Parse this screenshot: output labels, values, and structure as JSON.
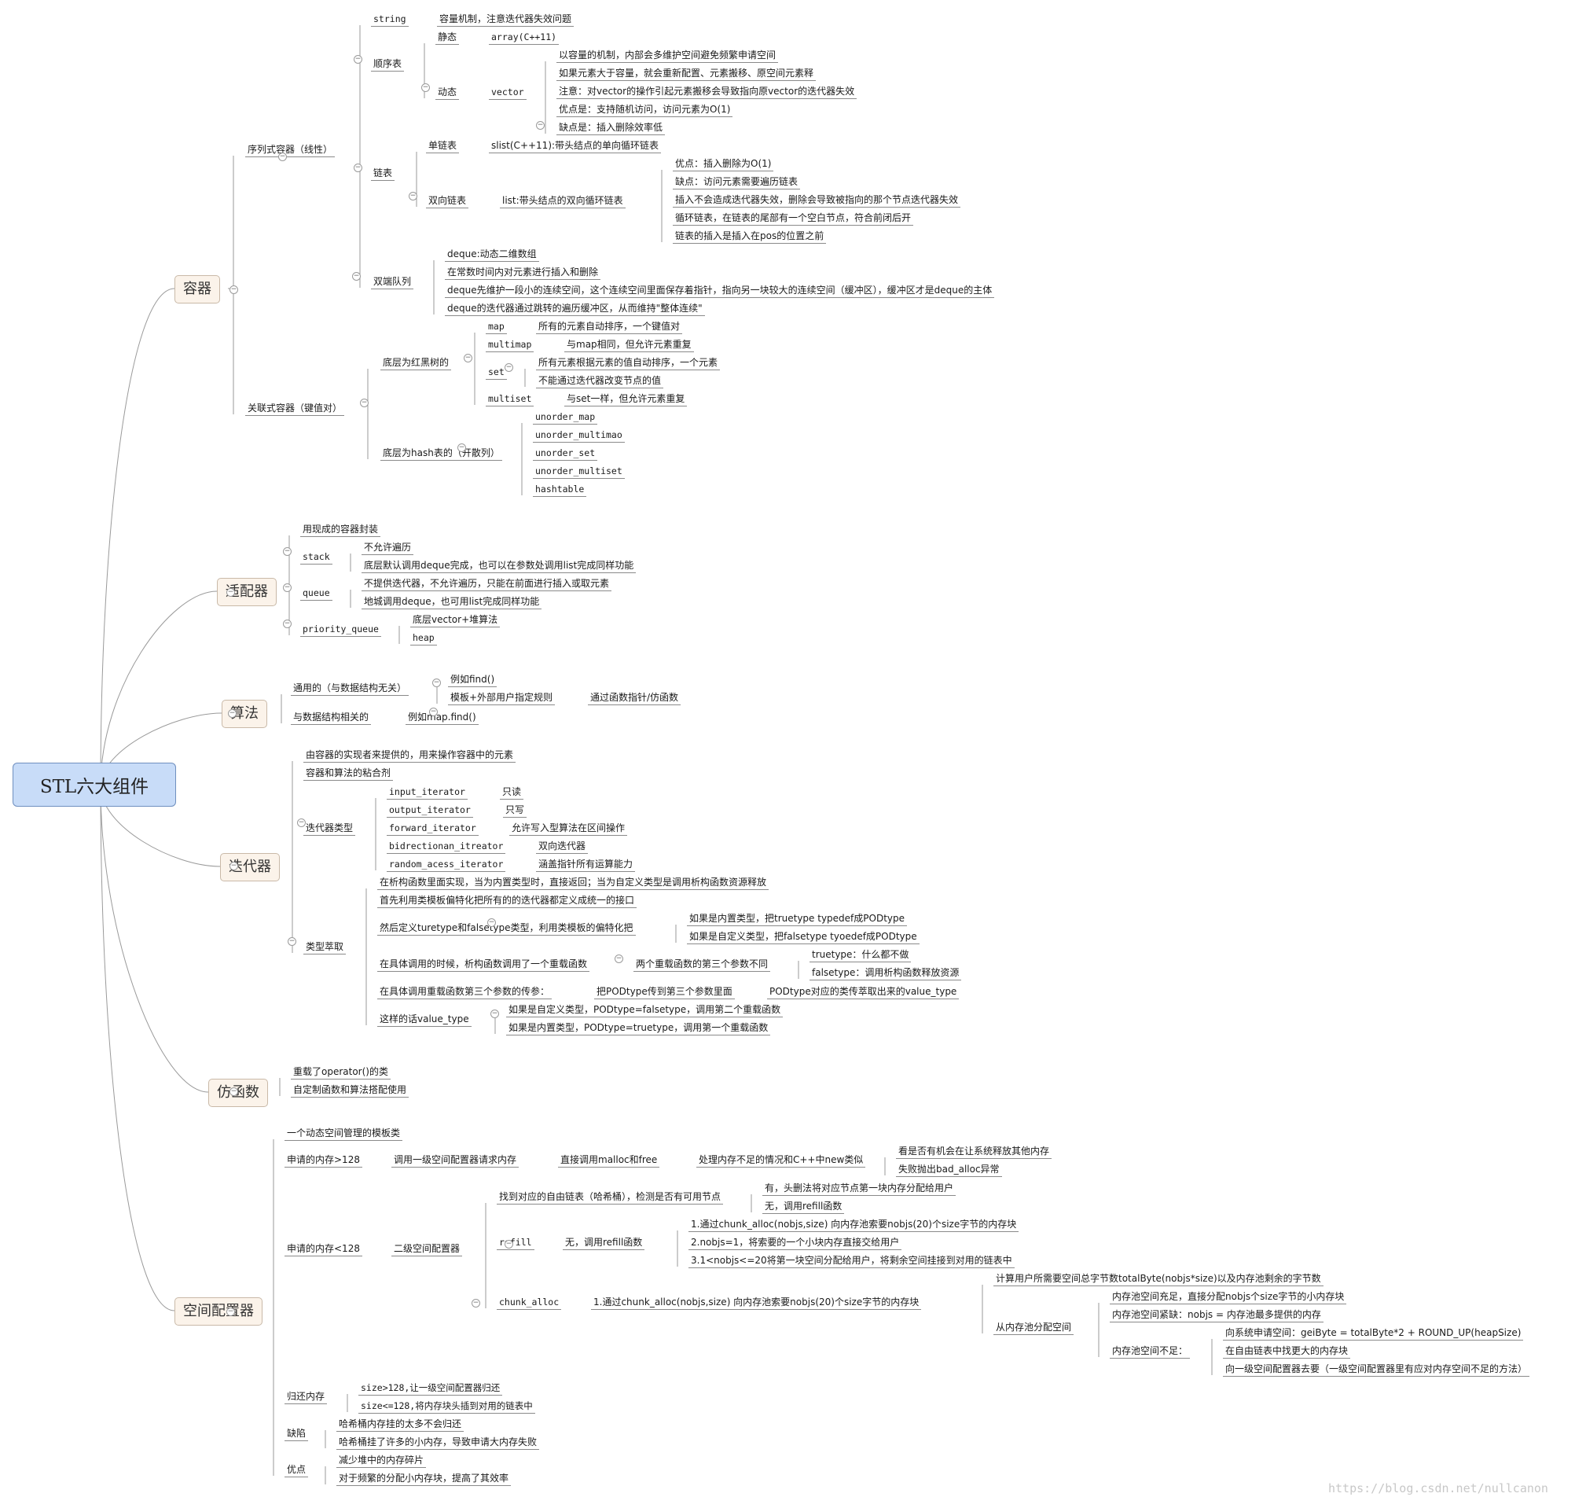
{
  "root": {
    "label": "STL六大组件"
  },
  "watermark": "https://blog.csdn.net/nullcanon",
  "containers": {
    "label": "容器",
    "sequence": {
      "label": "序列式容器（线性）",
      "string": {
        "label": "string",
        "note": "容量机制，注意迭代器失效问题"
      },
      "sequential_list": {
        "label": "顺序表",
        "static": {
          "label": "静态",
          "value": "array(C++11)"
        },
        "dynamic": {
          "label": "动态",
          "vector": "vector",
          "notes": [
            "以容量的机制，内部会多维护空间避免频繁申请空间",
            "如果元素大于容量，就会重新配置、元素搬移、原空间元素释",
            "注意：对vector的操作引起元素搬移会导致指向原vector的迭代器失效",
            "优点是：支持随机访问，访问元素为O(1)",
            "缺点是：插入删除效率低"
          ]
        }
      },
      "linked_list": {
        "label": "链表",
        "single": {
          "label": "单链表",
          "value": "slist(C++11):带头结点的单向循环链表"
        },
        "double": {
          "label": "双向链表",
          "value": "list:带头结点的双向循环链表",
          "notes": [
            "优点：插入删除为O(1)",
            "缺点：访问元素需要遍历链表",
            "插入不会造成迭代器失效，删除会导致被指向的那个节点迭代器失效",
            "循环链表，在链表的尾部有一个空白节点，符合前闭后开",
            "链表的插入是插入在pos的位置之前"
          ]
        }
      },
      "deque": {
        "label": "双端队列",
        "notes": [
          "deque:动态二维数组",
          "在常数时间内对元素进行插入和删除",
          "deque先维护一段小的连续空间，这个连续空间里面保存着指针，指向另一块较大的连续空间（缓冲区），缓冲区才是deque的主体",
          "deque的迭代器通过跳转的遍历缓冲区，从而维持\"整体连续\""
        ]
      }
    },
    "associative": {
      "label": "关联式容器（键值对）",
      "rbtree": {
        "label": "底层为红黑树的",
        "map": {
          "label": "map",
          "note": "所有的元素自动排序，一个键值对"
        },
        "multimap": {
          "label": "multimap",
          "note": "与map相同，但允许元素重复"
        },
        "set": {
          "label": "set",
          "notes": [
            "所有元素根据元素的值自动排序，一个元素",
            "不能通过迭代器改变节点的值"
          ]
        },
        "multiset": {
          "label": "multiset",
          "note": "与set一样，但允许元素重复"
        }
      },
      "hash": {
        "label": "底层为hash表的（开散列）",
        "items": [
          "unorder_map",
          "unorder_multimao",
          "unorder_set",
          "unorder_multiset",
          "hashtable"
        ]
      }
    }
  },
  "adapters": {
    "label": "适配器",
    "wrap": "用现成的容器封装",
    "stack": {
      "label": "stack",
      "notes": [
        "不允许遍历",
        "底层默认调用deque完成，也可以在参数处调用list完成同样功能"
      ]
    },
    "queue": {
      "label": "queue",
      "notes": [
        "不提供迭代器，不允许遍历，只能在前面进行插入或取元素",
        "地城调用deque，也可用list完成同样功能"
      ]
    },
    "priority_queue": {
      "label": "priority_queue",
      "notes": [
        "底层vector+堆算法",
        "heap"
      ]
    }
  },
  "algorithms": {
    "label": "算法",
    "generic": {
      "label": "通用的（与数据结构无关）",
      "example": "例如find()",
      "template": "模板+外部用户指定规则",
      "via": "通过函数指针/仿函数"
    },
    "specific": {
      "label": "与数据结构相关的",
      "example": "例如map.find()"
    }
  },
  "iterators": {
    "label": "迭代器",
    "provided": "由容器的实现者来提供的，用来操作容器中的元素",
    "glue": "容器和算法的粘合剂",
    "types": {
      "label": "迭代器类型",
      "items": [
        {
          "name": "input_iterator",
          "desc": "只读"
        },
        {
          "name": "output_iterator",
          "desc": "只写"
        },
        {
          "name": "forward_iterator",
          "desc": "允许写入型算法在区间操作"
        },
        {
          "name": "bidrectionan_itreator",
          "desc": "双向迭代器"
        },
        {
          "name": "random_acess_iterator",
          "desc": "涵盖指针所有运算能力"
        }
      ]
    },
    "traits": {
      "label": "类型萃取",
      "a": "在析构函数里面实现，当为内置类型时，直接返回；当为自定义类型是调用析构函数资源释放",
      "b": "首先利用类模板偏特化把所有的的迭代器都定义成统一的接口",
      "c": {
        "label": "然后定义turetype和falsetype类型，利用类模板的偏特化把",
        "items": [
          "如果是内置类型，把truetype typedef成PODtype",
          "如果是自定义类型，把falsetype tyoedef成PODtype"
        ]
      },
      "d": {
        "label": "在具体调用的时候，析构函数调用了一个重载函数",
        "mid": "两个重载函数的第三个参数不同",
        "items": [
          "truetype：什么都不做",
          "falsetype：调用析构函数释放资源"
        ]
      },
      "e": {
        "label": "在具体调用重载函数第三个参数的传参：",
        "mid": "把PODtype传到第三个参数里面",
        "end": "PODtype对应的类传萃取出来的value_type"
      },
      "f": {
        "label": "这样的话value_type",
        "items": [
          "如果是自定义类型，PODtype=falsetype，调用第二个重载函数",
          "如果是内置类型，PODtype=truetype，调用第一个重载函数"
        ]
      }
    }
  },
  "functors": {
    "label": "仿函数",
    "items": [
      "重载了operator()的类",
      "自定制函数和算法搭配使用"
    ]
  },
  "allocator": {
    "label": "空间配置器",
    "desc": "一个动态空间管理的模板类",
    "large": {
      "label": "申请的内存>128",
      "step1": "调用一级空间配置器请求内存",
      "step2": "直接调用malloc和free",
      "step3": "处理内存不足的情况和C++中new类似",
      "items": [
        "看是否有机会在让系统释放其他内存",
        "失败抛出bad_alloc异常"
      ]
    },
    "small": {
      "label": "申请的内存<128",
      "second": "二级空间配置器",
      "find": {
        "label": "找到对应的自由链表（哈希桶），检测是否有可用节点",
        "items": [
          "有，头删法将对应节点第一块内存分配给用户",
          "无，调用refill函数"
        ]
      },
      "refill": {
        "label": "refill",
        "none": "无，调用refill函数",
        "items": [
          "1.通过chunk_alloc(nobjs,size) 向内存池索要nobjs(20)个size字节的内存块",
          "2.nobjs=1，将索要的一个小块内存直接交给用户",
          "3.1<nobjs<=20将第一块空间分配给用户，将剩余空间挂接到对用的链表中"
        ]
      },
      "chunk": {
        "label": "chunk_alloc",
        "step": "1.通过chunk_alloc(nobjs,size) 向内存池索要nobjs(20)个size字节的内存块",
        "calc": "计算用户所需要空间总字节数totalByte(nobjs*size)以及内存池剩余的字节数",
        "pool": {
          "label": "从内存池分配空间",
          "enough": "内存池空间充足，直接分配nobjs个size字节的小内存块",
          "tight": "内存池空间紧缺：nobjs = 内存池最多提供的内存",
          "short": {
            "label": "内存池空间不足：",
            "items": [
              "向系统申请空间：geiByte = totalByte*2 + ROUND_UP(heapSize)",
              "在自由链表中找更大的内存块",
              "向一级空间配置器去要（一级空间配置器里有应对内存空间不足的方法）"
            ]
          }
        }
      }
    },
    "giveback": {
      "label": "归还内存",
      "items": [
        "size>128,让一级空间配置器归还",
        "size<=128,将内存块头插到对用的链表中"
      ]
    },
    "defects": {
      "label": "缺陷",
      "items": [
        "哈希桶内存挂的太多不会归还",
        "哈希桶挂了许多的小内存，导致申请大内存失败"
      ]
    },
    "pros": {
      "label": "优点",
      "items": [
        "减少堆中的内存碎片",
        "对于频繁的分配小内存块，提高了其效率"
      ]
    }
  }
}
